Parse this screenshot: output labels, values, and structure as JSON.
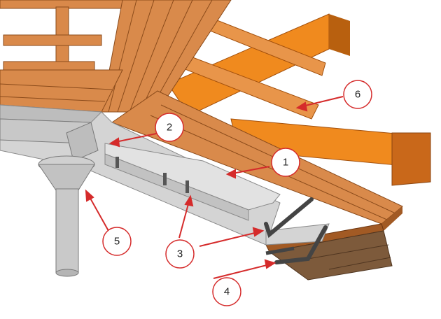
{
  "diagram": {
    "callouts": [
      {
        "id": "1",
        "label": "1"
      },
      {
        "id": "2",
        "label": "2"
      },
      {
        "id": "3",
        "label": "3"
      },
      {
        "id": "4",
        "label": "4"
      },
      {
        "id": "5",
        "label": "5"
      },
      {
        "id": "6",
        "label": "6"
      }
    ],
    "colors": {
      "wood_light": "#d98a4b",
      "wood_dark": "#a25a24",
      "beam_orange": "#f08a1e",
      "metal_gray": "#d4d4d4",
      "metal_dark": "#9c9c9c",
      "arrow_red": "#d52b2b",
      "bracket_dark": "#444444",
      "wall_brown": "#7d5a3b"
    }
  }
}
